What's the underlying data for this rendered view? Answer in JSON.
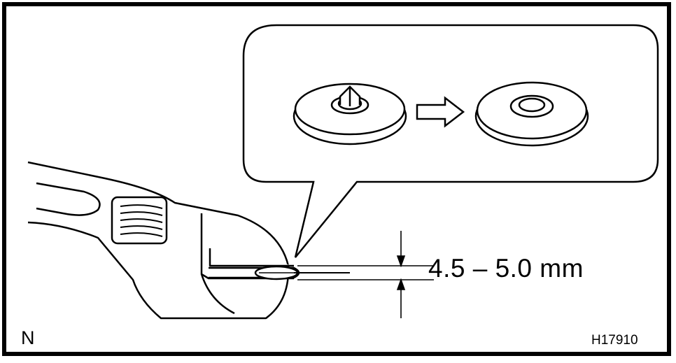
{
  "diagram": {
    "dimension_label": "4.5 – 5.0 mm",
    "corner_letter": "N",
    "figure_code": "H17910",
    "colors": {
      "ink": "#000000",
      "paper": "#ffffff"
    },
    "icons": {
      "wrench": "adjustable-wrench-icon",
      "clip_before": "clip-with-pin-icon",
      "clip_after": "clip-flattened-icon",
      "arrow": "hollow-right-arrow-icon"
    }
  }
}
